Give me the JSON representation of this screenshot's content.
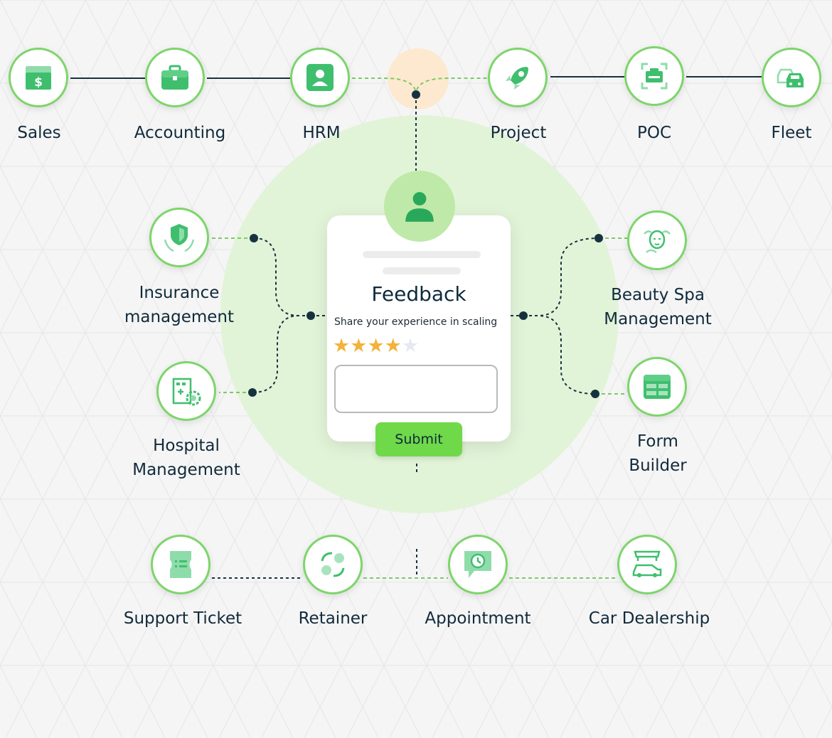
{
  "modules": {
    "sales": "Sales",
    "accounting": "Accounting",
    "hrm": "HRM",
    "project": "Project",
    "poc": "POC",
    "fleet": "Fleet",
    "insurance_l1": "Insurance",
    "insurance_l2": "management",
    "hospital_l1": "Hospital",
    "hospital_l2": "Management",
    "beauty_l1": "Beauty Spa",
    "beauty_l2": "Management",
    "form_l1": "Form",
    "form_l2": "Builder",
    "support": "Support Ticket",
    "retainer": "Retainer",
    "appointment": "Appointment",
    "car": "Car Dealership"
  },
  "feedback": {
    "title": "Feedback",
    "subtitle": "Share your experience in scaling",
    "rating": 4,
    "max_rating": 5,
    "submit_label": "Submit"
  },
  "colors": {
    "accent": "#6fd94a",
    "node_border": "#7dd56b",
    "icon": "#3fbf6e",
    "icon_light": "#a8e3bf",
    "star": "#f3b23b",
    "glow": "#dff3d3"
  },
  "icons": {
    "sales": "money-box-icon",
    "accounting": "briefcase-icon",
    "hrm": "id-badge-icon",
    "project": "rocket-icon",
    "poc": "scan-frame-icon",
    "fleet": "cars-icon",
    "insurance": "shield-hands-icon",
    "hospital": "hospital-gear-icon",
    "beauty": "face-massage-icon",
    "form": "form-table-icon",
    "support": "ticket-icon",
    "retainer": "cycle-icon",
    "appointment": "clock-chat-icon",
    "car": "car-shop-icon",
    "avatar": "user-icon"
  }
}
